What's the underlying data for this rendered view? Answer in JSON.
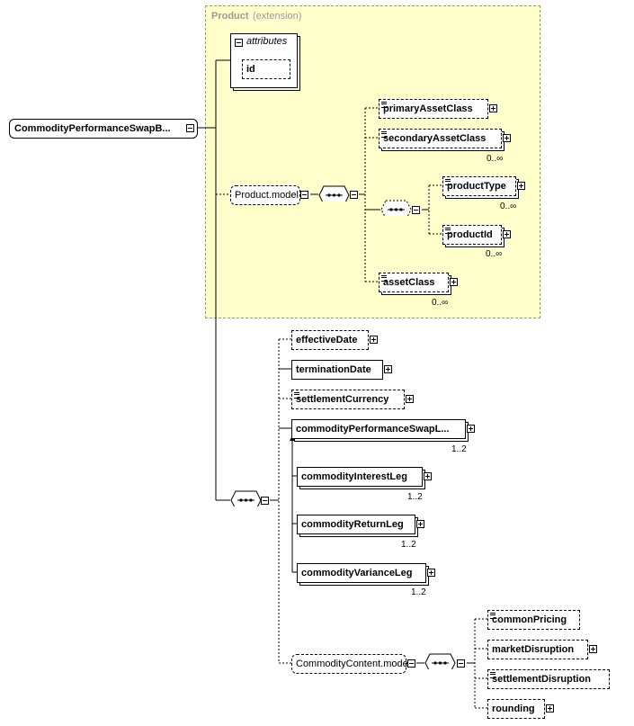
{
  "root": {
    "label": "CommodityPerformanceSwapB..."
  },
  "product_group": {
    "title": "Product",
    "subtitle": "(extension)"
  },
  "attributes": {
    "label": "attributes",
    "id_label": "id"
  },
  "product_model": {
    "label": "Product.model"
  },
  "elements": {
    "primaryAssetClass": "primaryAssetClass",
    "secondaryAssetClass": "secondaryAssetClass",
    "productType": "productType",
    "productId": "productId",
    "assetClass": "assetClass",
    "effectiveDate": "effectiveDate",
    "terminationDate": "terminationDate",
    "settlementCurrency": "settlementCurrency",
    "commodityPerformanceSwapLeg": "commodityPerformanceSwapL...",
    "commodityInterestLeg": "commodityInterestLeg",
    "commodityReturnLeg": "commodityReturnLeg",
    "commodityVarianceLeg": "commodityVarianceLeg",
    "commonPricing": "commonPricing",
    "marketDisruption": "marketDisruption",
    "settlementDisruption": "settlementDisruption",
    "rounding": "rounding"
  },
  "cardinalities": {
    "secondaryAssetClass": "0..∞",
    "productType": "0..∞",
    "productId": "0..∞",
    "assetClass": "0..∞",
    "commodityPerformanceSwapLeg": "1..2",
    "commodityInterestLeg": "1..2",
    "commodityReturnLeg": "1..2",
    "commodityVarianceLeg": "1..2"
  },
  "commodity_content_model": {
    "label": "CommodityContent.model"
  },
  "colors": {
    "group_fill": "#ffffcc",
    "group_border": "#999966",
    "group_title": "#999999"
  }
}
